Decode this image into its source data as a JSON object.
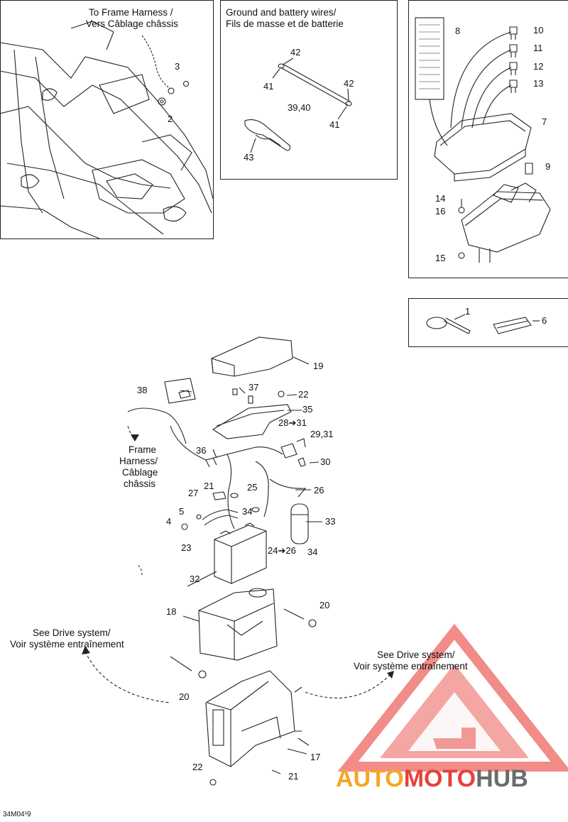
{
  "panels": {
    "frame": {
      "caption_line1": "To Frame Harness /",
      "caption_line2": "Vers Câblage châssis"
    },
    "ground": {
      "caption_line1": "Ground and battery wires/",
      "caption_line2": "Fils de masse et de batterie"
    }
  },
  "main": {
    "frame_harness_line1": "Frame",
    "frame_harness_line2": "Harness/",
    "frame_harness_line3": "Câblage",
    "frame_harness_line4": "châssis",
    "drive_left_line1": "See Drive system/",
    "drive_left_line2": "Voir système entraînement",
    "drive_right_line1": "See Drive system/",
    "drive_right_line2": "Voir système entraînement"
  },
  "labels": {
    "p3": "3",
    "p2": "2",
    "g42a": "42",
    "g41a": "41",
    "g42b": "42",
    "g3940": "39,40",
    "g41b": "41",
    "g43": "43",
    "f8": "8",
    "f10": "10",
    "f11": "11",
    "f12": "12",
    "f13": "13",
    "f7": "7",
    "f9": "9",
    "f14": "14",
    "f16": "16",
    "f15": "15",
    "s1": "1",
    "s6": "6",
    "m19": "19",
    "m38": "38",
    "m37": "37",
    "m22a": "22",
    "m35": "35",
    "m28": "28➔31",
    "m2931": "29,31",
    "m36": "36",
    "m30": "30",
    "m21a": "21",
    "m25": "25",
    "m27": "27",
    "m26": "26",
    "m5": "5",
    "m4": "4",
    "m34a": "34",
    "m33": "33",
    "m23": "23",
    "m24": "24➔26",
    "m34b": "34",
    "m32": "32",
    "m18": "18",
    "m20a": "20",
    "m20b": "20",
    "m17": "17",
    "m22b": "22",
    "m21b": "21"
  },
  "watermark": {
    "part1": "AUTO",
    "part2": "MOTO",
    "part3": "HUB",
    "color_orange": "#F5A623",
    "color_red": "#E8403A",
    "color_gray": "#6b6b6b"
  },
  "drawing_code": "34M04¹9"
}
